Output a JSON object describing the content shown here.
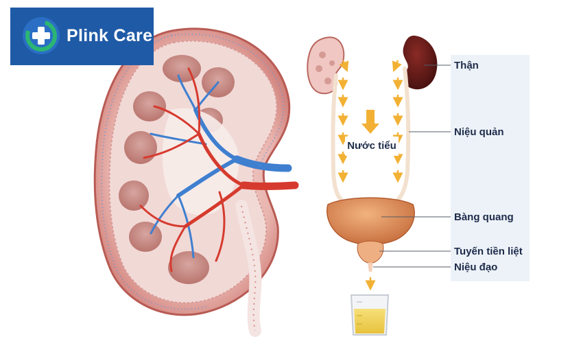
{
  "logo": {
    "text": "Plink Care"
  },
  "labels": {
    "kidney": "Thận",
    "ureter": "Niệu quản",
    "urine": "Nước tiểu",
    "bladder": "Bàng quang",
    "prostate": "Tuyến tiền liệt",
    "urethra": "Niệu đạo"
  },
  "colors": {
    "brand_blue": "#1f5aa6",
    "brand_green": "#2bb673",
    "arrow_yellow": "#f2b134",
    "artery_red": "#d63a2e",
    "vein_blue": "#3f7fcf",
    "tissue_pink": "#e7a8a3",
    "label_panel": "#edf2f8"
  }
}
